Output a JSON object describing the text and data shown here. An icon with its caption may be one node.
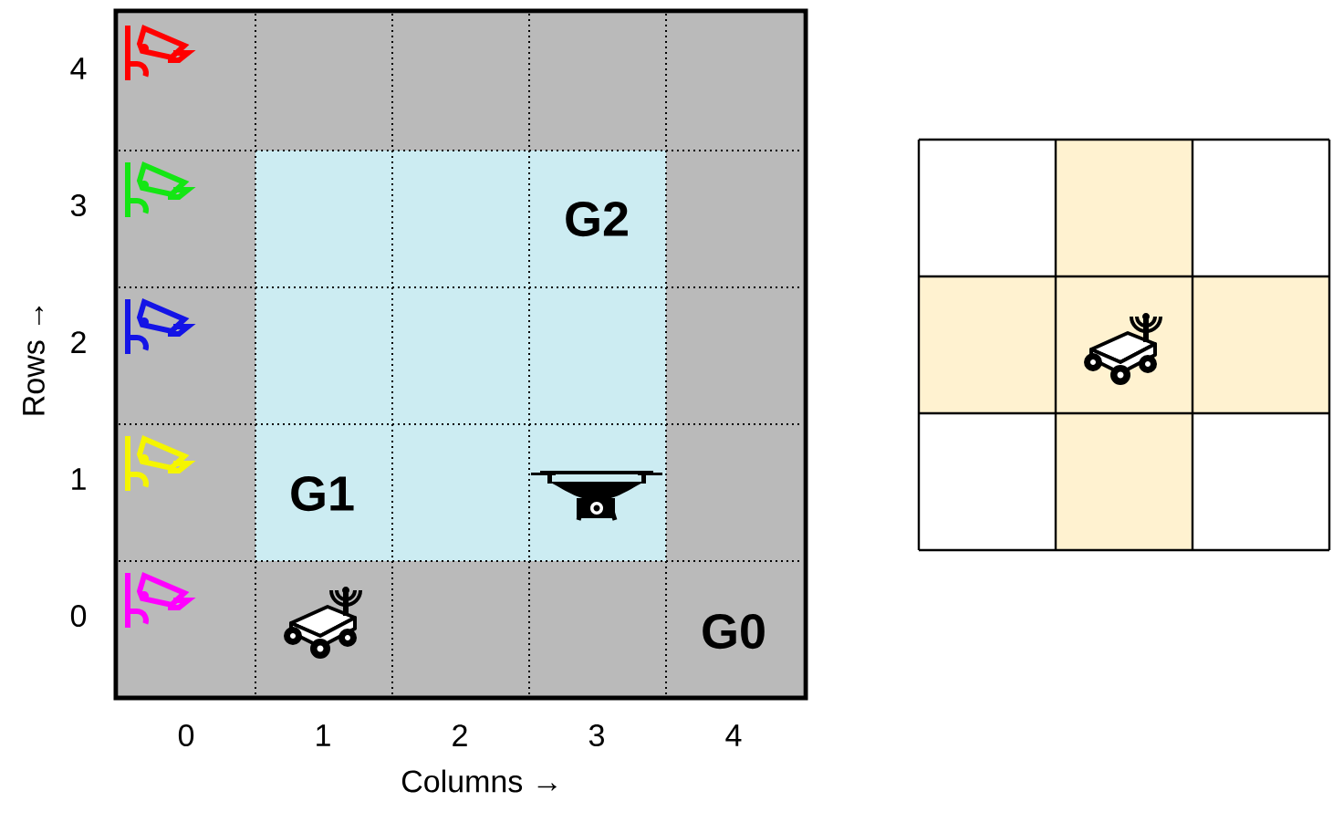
{
  "diagram": {
    "labels": [
      "4",
      "3",
      "G2",
      "Rows →",
      "2",
      "1",
      "G1",
      "0",
      "G0",
      "0",
      "1",
      "2",
      "3",
      "4",
      "Columns →"
    ]
  }
}
